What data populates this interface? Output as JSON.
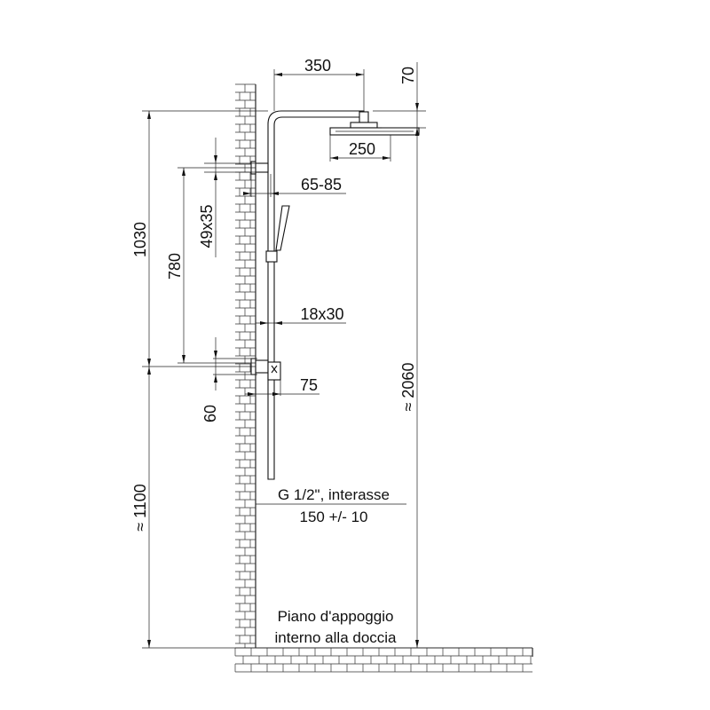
{
  "dimensions": {
    "arm_length": "350",
    "head_thickness": "70",
    "head_width": "250",
    "wall_offset": "65-85",
    "bracket_size": "49x35",
    "riser_height": "1030",
    "inlet_distance": "780",
    "bar_section": "18x30",
    "valve_depth": "75",
    "valve_offset": "60",
    "floor_to_inlet": "≈ 1100",
    "total_height": "≈ 2060"
  },
  "notes": {
    "thread_line1": "G 1/2\", interasse",
    "thread_line2": "150 +/- 10",
    "floor_line1": "Piano d'appoggio",
    "floor_line2": "interno alla doccia"
  },
  "colors": {
    "line": "#111111",
    "background": "#ffffff"
  }
}
